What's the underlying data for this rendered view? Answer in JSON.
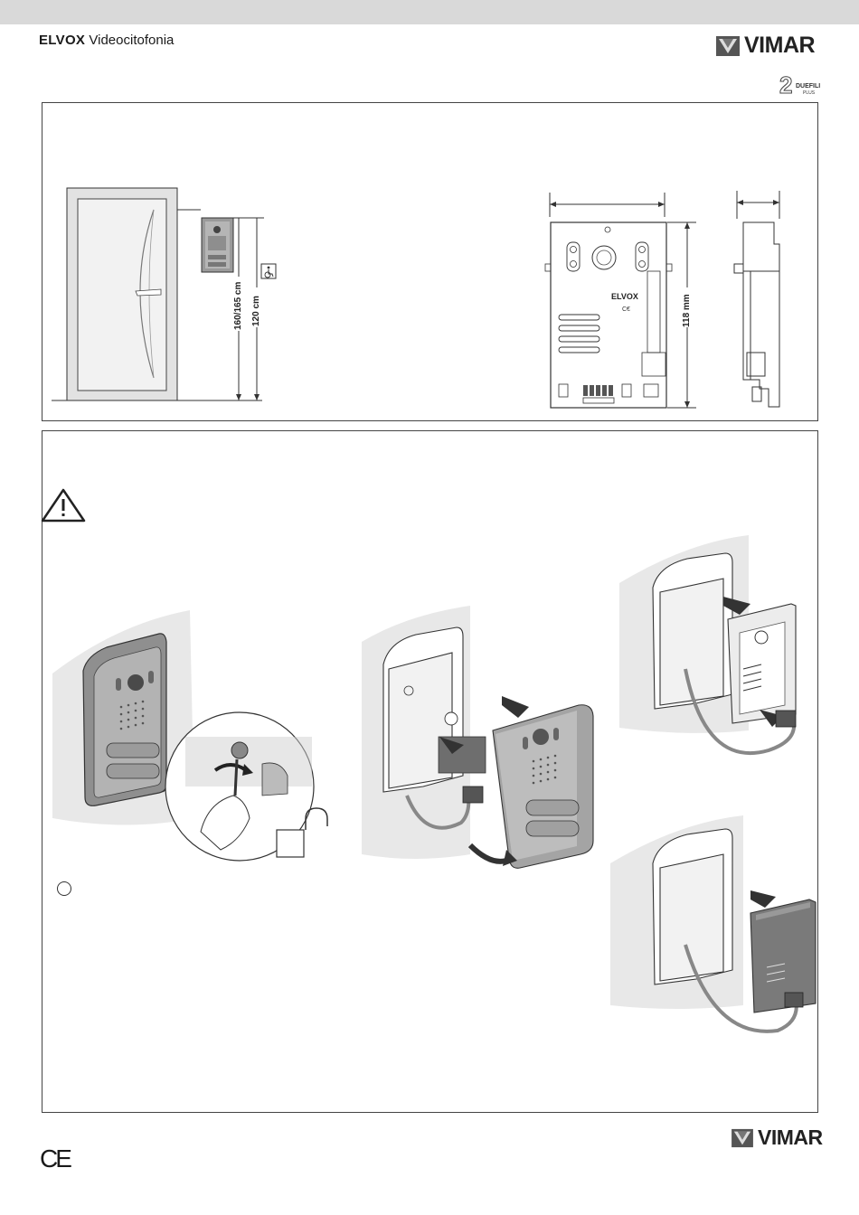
{
  "header": {
    "brand_strong": "ELVOX",
    "brand_rest": " Videocitofonia",
    "logo_text": "VIMAR",
    "duefili_numeral": "2",
    "duefili_label": "DUEFILI",
    "duefili_sub": "PLUS"
  },
  "installation": {
    "height_label_1": "160/165 cm",
    "height_label_2": "120 cm",
    "depth_label": "118 mm",
    "accessibility_icon": "wheelchair-icon"
  },
  "module": {
    "brand_mark": "ELVOX"
  },
  "footer": {
    "ce_mark": "CE",
    "logo_text": "VIMAR"
  },
  "colors": {
    "header_bar": "#d9d9d9",
    "wall_shade": "#e8e8e8",
    "device_gray": "#9a9a9a",
    "line": "#333333"
  }
}
